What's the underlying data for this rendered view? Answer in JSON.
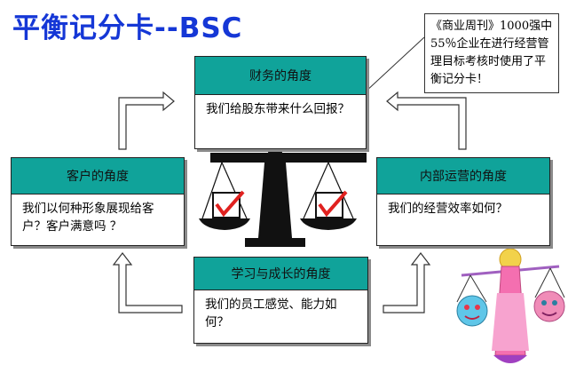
{
  "title": "平衡记分卡--BSC",
  "note": "《商业周刊》1000强中55％企业在进行经营管理目标考核时使用了平衡记分卡！",
  "perspectives": {
    "finance": {
      "heading": "财务的角度",
      "question": "我们给股东带来什么回报？"
    },
    "customer": {
      "heading": "客户的角度",
      "question": "我们以何种形象展现给客户？客户满意吗 ？"
    },
    "internal": {
      "heading": "内部运营的角度",
      "question": "我们的经营效率如何？"
    },
    "learning": {
      "heading": "学习与成长的角度",
      "question": "我们的员工感觉、能力如何？"
    }
  },
  "colors": {
    "title": "#1537d6",
    "header": "#10a39a",
    "check": "#e0211f"
  }
}
